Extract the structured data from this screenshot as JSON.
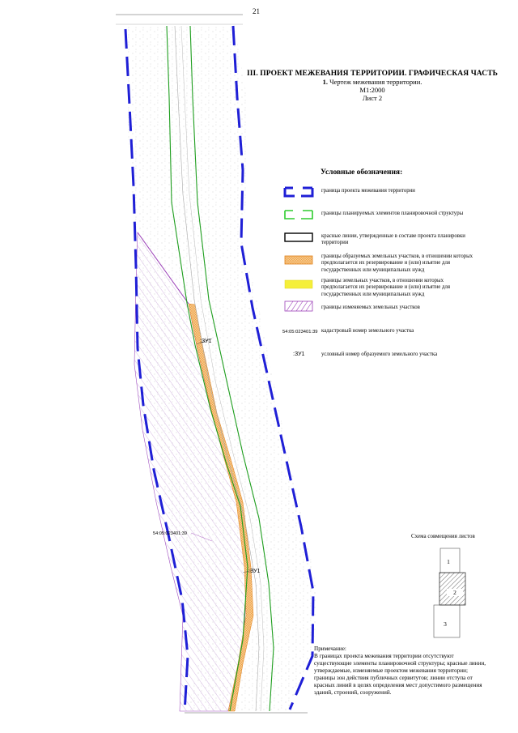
{
  "page_number": "21",
  "header": {
    "title": "III. ПРОЕКТ МЕЖЕВАНИЯ ТЕРРИТОРИИ. ГРАФИЧЕСКАЯ ЧАСТЬ",
    "subtitle_num": "1.",
    "subtitle": "Чертеж межевания территории.",
    "scale": "М1:2000",
    "sheet": "Лист 2"
  },
  "legend": {
    "heading": "Условные обозначения:",
    "items": [
      {
        "symbol": "blue-dashed-line",
        "lines": [
          "граница проекта межевания территории"
        ]
      },
      {
        "symbol": "green-dashed-line",
        "lines": [
          "границы планируемых элементов планировочной структуры"
        ]
      },
      {
        "symbol": "red-lines-box",
        "lines": [
          "красные линии, утвержденные в составе проекта планировки",
          "территории"
        ]
      },
      {
        "symbol": "orange-hatch",
        "lines": [
          "границы образуемых земельных участков, в отношении которых",
          "предполагается их резервирование и (или) изъятие для",
          "государственных или муниципальных нужд"
        ]
      },
      {
        "symbol": "yellow-fill",
        "lines": [
          "границы земельных участков, в отношении которых",
          "предполагается их резервирование и (или) изъятие для",
          "государственных или муниципальных нужд"
        ]
      },
      {
        "symbol": "purple-hatch",
        "lines": [
          "границы изменяемых земельных участков"
        ]
      },
      {
        "symbol": "cadastral-text",
        "sample": "54:05:023401:39",
        "lines": [
          "кадастровый номер земельного участка"
        ]
      },
      {
        "symbol": "parcel-id-text",
        "sample": ":ЗУ1",
        "lines": [
          "условный номер образуемого земельного участка"
        ]
      }
    ]
  },
  "map": {
    "labels": {
      "zu1_top": ":ЗУ1",
      "zu1_bottom": ":ЗУ1",
      "cadastral": "54:05:023401:39"
    },
    "colors": {
      "project_boundary": "#1f1fd6",
      "planning_elements": "#1e9e1e",
      "altered_parcel": "#9b3fb8",
      "formed_parcel": "#f0a040",
      "reserved_parcel": "#f5ef3a"
    }
  },
  "scheme": {
    "title": "Схема совмещения листов",
    "sheets": [
      "1",
      "2",
      "3"
    ]
  },
  "note": {
    "heading": "Примечание:",
    "lines": [
      "В границах проекта межевания территории отсутствуют",
      "существующие элементы планировочной структуры; красные линии,",
      "утверждаемые, изменяемые проектом межевания территории;",
      "границы зон действия публичных сервитутов; линии отступа от",
      "красных линий в целях определения мест допустимого размещения",
      "зданий, строений, сооружений."
    ]
  }
}
